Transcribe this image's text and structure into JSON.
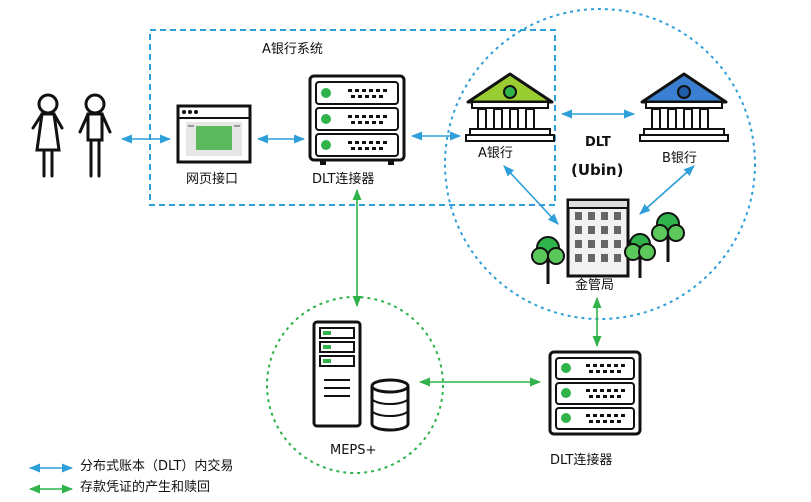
{
  "labels": {
    "system_title": "A银行系统",
    "web_interface": "网页接口",
    "dlt_connector_top": "DLT连接器",
    "bank_a": "A银行",
    "bank_b": "B银行",
    "dlt": "DLT",
    "ubin": "(Ubin)",
    "mas": "金管局",
    "meps": "MEPS+",
    "dlt_connector_bottom": "DLT连接器"
  },
  "legend": {
    "blue": "分布式账本（DLT）内交易",
    "green": "存款凭证的产生和赎回"
  },
  "colors": {
    "blue_arrow": "#2e9fd8",
    "green_arrow": "#2fb34a",
    "bank_a_roof": "#9acd32",
    "bank_b_roof": "#3a7fd0",
    "dashed_blue": "#2e9fd8",
    "dashed_green": "#2fb34a"
  }
}
